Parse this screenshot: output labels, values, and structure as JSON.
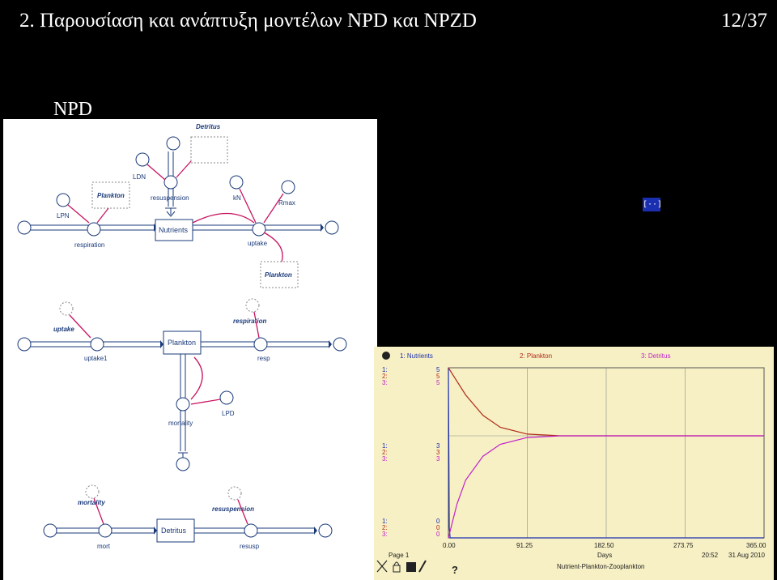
{
  "slide": {
    "title": "2. Παρουσίαση και ανάπτυξη μοντέλων NPD και NPZD",
    "page_number": "12/37",
    "section": "NPD"
  },
  "diagram": {
    "block1": {
      "ghost_detritus": "Detritus",
      "ghost_plankton_left": "Plankton",
      "ghost_plankton_right": "Plankton",
      "stock": "Nutrients",
      "flows": [
        "respiration",
        "resuspension",
        "uptake"
      ],
      "converters": [
        "LDN",
        "LPN",
        "kN",
        "Rmax"
      ]
    },
    "block2": {
      "stock": "Plankton",
      "flows": [
        "uptake1",
        "resp",
        "mortality"
      ],
      "ghost_labels": [
        "uptake",
        "respiration"
      ],
      "converters": [
        "LPD"
      ]
    },
    "block3": {
      "stock": "Detritus",
      "flows": [
        "mort",
        "resusp"
      ],
      "ghost_labels": [
        "mortality",
        "resuspension"
      ]
    }
  },
  "icon_box": "[··]",
  "graph": {
    "legend": [
      {
        "label": "1: Nutrients",
        "color": "#1a2fb0"
      },
      {
        "label": "2: Plankton",
        "color": "#b02a1a"
      },
      {
        "label": "3: Detritus",
        "color": "#c020c8"
      }
    ],
    "y_ticks_top": [
      "1:",
      "2:",
      "3:"
    ],
    "y_vals_top": [
      "5",
      "5",
      "5"
    ],
    "y_ticks_mid": [
      "1:",
      "2:",
      "3:"
    ],
    "y_vals_mid": [
      "3",
      "3",
      "3"
    ],
    "y_ticks_bot": [
      "1:",
      "2:",
      "3:"
    ],
    "y_vals_bot": [
      "0",
      "0",
      "0"
    ],
    "x_ticks": [
      "0.00",
      "91.25",
      "182.50",
      "273.75",
      "365.00"
    ],
    "page": "Page 1",
    "xlabel": "Days",
    "model_name": "Nutrient-Plankton-Zooplankton",
    "time": "20:52",
    "date": "31 Aug 2010",
    "help": "?"
  },
  "chart_data": {
    "type": "line",
    "xlabel": "Days",
    "xlim": [
      0,
      365
    ],
    "ylim": [
      0,
      5
    ],
    "series": [
      {
        "name": "1: Nutrients",
        "x": [
          0,
          1,
          2,
          5,
          91.25,
          182.5,
          273.75,
          365
        ],
        "values": [
          5,
          0.3,
          0,
          0,
          0,
          0,
          0,
          0
        ]
      },
      {
        "name": "2: Plankton",
        "x": [
          0,
          10,
          20,
          40,
          60,
          91.25,
          130,
          182.5,
          273.75,
          365
        ],
        "values": [
          5,
          4.6,
          4.2,
          3.6,
          3.25,
          3.05,
          3.0,
          3.0,
          3.0,
          3.0
        ]
      },
      {
        "name": "3: Detritus",
        "x": [
          0,
          10,
          20,
          40,
          60,
          91.25,
          130,
          182.5,
          273.75,
          365
        ],
        "values": [
          0,
          1.0,
          1.7,
          2.4,
          2.75,
          2.95,
          3.0,
          3.0,
          3.0,
          3.0
        ]
      }
    ]
  }
}
